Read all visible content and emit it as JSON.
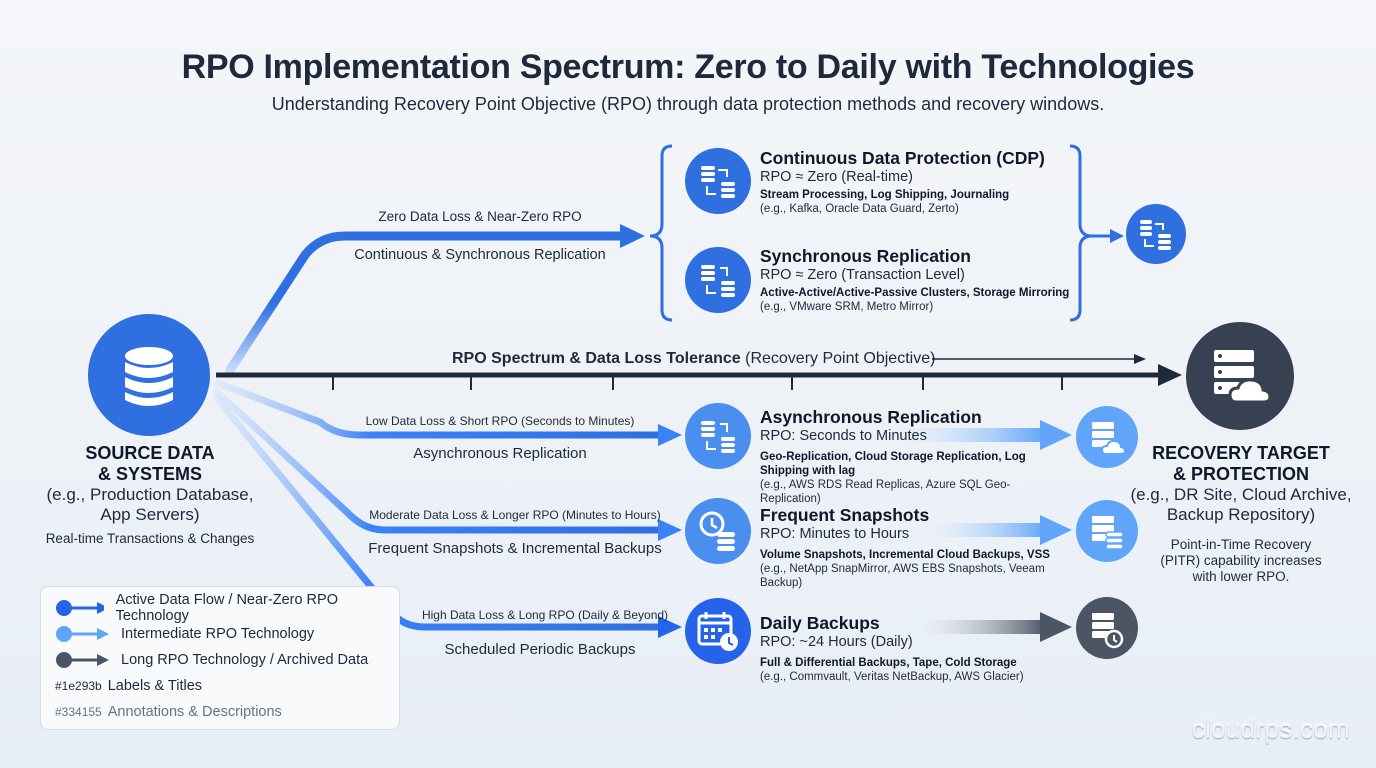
{
  "header": {
    "title": "RPO Implementation Spectrum: Zero to Daily with Technologies",
    "subtitle": "Understanding Recovery Point Objective (RPO) through data protection methods and recovery windows."
  },
  "source": {
    "icon": "database-icon",
    "title_line1": "SOURCE DATA",
    "title_line2": "& SYSTEMS",
    "examples_line1": "(e.g., Production Database,",
    "examples_line2": "App Servers)",
    "note": "Real-time Transactions & Changes"
  },
  "target": {
    "icon": "server-cloud-icon",
    "title_line1": "RECOVERY TARGET",
    "title_line2": "& PROTECTION",
    "examples_line1": "(e.g., DR Site, Cloud Archive,",
    "examples_line2": "Backup Repository)",
    "note_line1": "Point-in-Time Recovery",
    "note_line2": "(PITR) capability increases",
    "note_line3": "with lower RPO."
  },
  "spectrum": {
    "label_bold": "RPO Spectrum & Data Loss Tolerance",
    "label_normal": "(Recovery Point Objective)",
    "tick_count": 6
  },
  "flows": [
    {
      "top_label": "Zero Data Loss & Near-Zero RPO",
      "bottom_label": "Continuous & Synchronous Replication",
      "color": "#2f6fe0"
    },
    {
      "top_label": "Low Data Loss & Short RPO (Seconds to Minutes)",
      "bottom_label": "Asynchronous Replication",
      "color": "#3b82f6"
    },
    {
      "top_label": "Moderate Data Loss & Longer RPO (Minutes to Hours)",
      "bottom_label": "Frequent Snapshots & Incremental Backups",
      "color": "#3b82f6"
    },
    {
      "top_label": "High Data Loss & Long RPO (Daily & Beyond)",
      "bottom_label": "Scheduled Periodic Backups",
      "color": "#2563eb"
    }
  ],
  "technologies": [
    {
      "icon": "database-sync-icon",
      "title": "Continuous Data Protection (CDP)",
      "rpo": "RPO ≈ Zero (Real-time)",
      "methods": "Stream Processing, Log Shipping, Journaling",
      "examples": "(e.g., Kafka, Oracle Data Guard, Zerto)"
    },
    {
      "icon": "database-replicate-icon",
      "title": "Synchronous Replication",
      "rpo": "RPO ≈ Zero (Transaction Level)",
      "methods": "Active-Active/Active-Passive Clusters, Storage Mirroring",
      "examples": "(e.g., VMware SRM, Metro Mirror)"
    },
    {
      "icon": "database-replicate-icon",
      "title": "Asynchronous Replication",
      "rpo": "RPO: Seconds to Minutes",
      "methods": "Geo-Replication, Cloud Storage Replication, Log Shipping with lag",
      "examples": "(e.g., AWS RDS Read Replicas, Azure SQL Geo-Replication)"
    },
    {
      "icon": "clock-database-icon",
      "title": "Frequent Snapshots",
      "rpo": "RPO: Minutes to Hours",
      "methods": "Volume Snapshots, Incremental Cloud Backups, VSS",
      "examples": "(e.g., NetApp SnapMirror, AWS EBS Snapshots, Veeam Backup)"
    },
    {
      "icon": "calendar-clock-icon",
      "title": "Daily Backups",
      "rpo": "RPO: ~24 Hours (Daily)",
      "methods": "Full & Differential Backups, Tape, Cold Storage",
      "examples": "(e.g., Commvault, Veritas NetBackup, AWS Glacier)"
    }
  ],
  "destinations": [
    {
      "icon": "database-sync-icon",
      "color": "#2f6fe0"
    },
    {
      "icon": "server-cloud-icon",
      "color": "#60a5fa"
    },
    {
      "icon": "server-database-icon",
      "color": "#60a5fa"
    },
    {
      "icon": "server-history-icon",
      "color": "#4b5563"
    }
  ],
  "legend": {
    "items": [
      {
        "label": "Active Data Flow / Near-Zero RPO Technology",
        "color": "#2563eb"
      },
      {
        "label": "Intermediate RPO Technology",
        "color": "#60a5fa"
      },
      {
        "label": "Long RPO Technology / Archived Data",
        "color": "#4b5563"
      }
    ],
    "text_items": [
      {
        "hex": "#1e293b",
        "label": "Labels & Titles"
      },
      {
        "hex": "#334155",
        "label": "Annotations & Descriptions"
      }
    ]
  },
  "watermark": "cloudrps.com",
  "colors": {
    "primary_blue": "#2563eb",
    "light_blue": "#60a5fa",
    "dark_gray": "#4b5563",
    "navy": "#1e293b",
    "target_dark": "#374151"
  }
}
